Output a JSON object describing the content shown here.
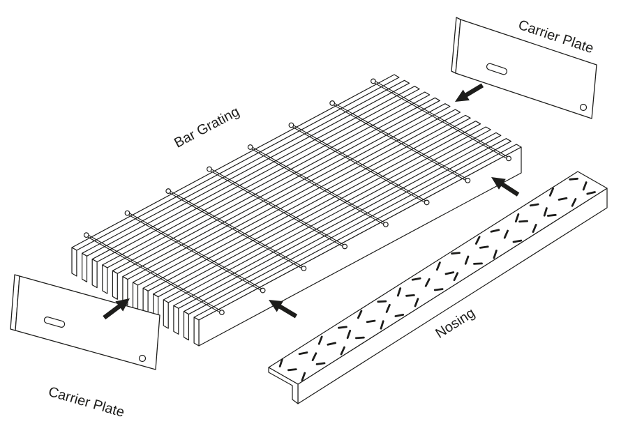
{
  "diagram": {
    "background": "#ffffff",
    "line_color": "#1d1d1b",
    "labels": {
      "bar_grating": "Bar Grating",
      "carrier_plate_top": "Carrier Plate",
      "carrier_plate_bottom": "Carrier Plate",
      "nosing": "Nosing"
    },
    "grating": {
      "bearing_bars": 13,
      "cross_rods": 8
    },
    "nosing_pattern": {
      "rows": 3,
      "cols": 16
    },
    "arrow_count": 4
  }
}
